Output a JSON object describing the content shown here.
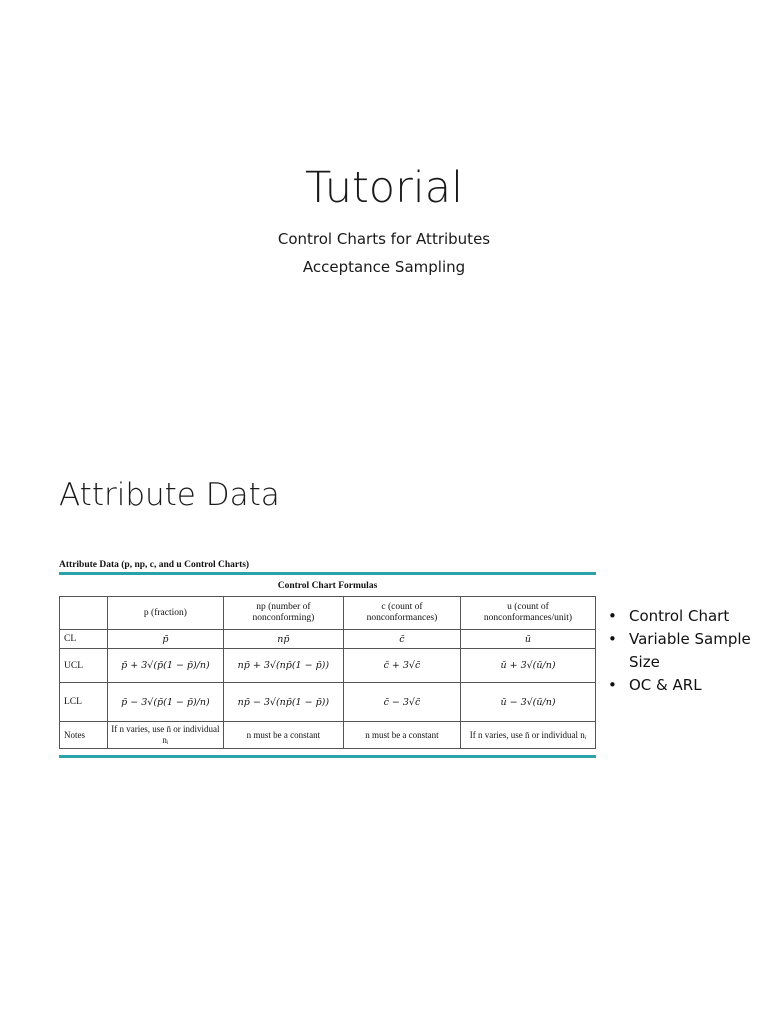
{
  "slide1": {
    "title": "Tutorial",
    "subtitle_lines": [
      "Control Charts for Attributes",
      "Acceptance Sampling"
    ]
  },
  "slide2": {
    "title": "Attribute Data",
    "table": {
      "caption": "Attribute Data (p, np, c, and u Control Charts)",
      "band": "Control Chart Formulas",
      "columns": [
        "",
        "p (fraction)",
        "np (number of nonconforming)",
        "c (count of nonconformances)",
        "u (count of nonconformances/unit)"
      ],
      "rows": [
        {
          "label": "CL",
          "cells": [
            "p̄",
            "np̄",
            "c̄",
            "ū"
          ]
        },
        {
          "label": "UCL",
          "cells": [
            "p̄ + 3√(p̄(1 − p̄)/n)",
            "np̄ + 3√(np̄(1 − p̄))",
            "c̄ + 3√c̄",
            "ū + 3√(ū/n)"
          ]
        },
        {
          "label": "LCL",
          "cells": [
            "p̄ − 3√(p̄(1 − p̄)/n)",
            "np̄ − 3√(np̄(1 − p̄))",
            "c̄ − 3√c̄",
            "ū − 3√(ū/n)"
          ]
        },
        {
          "label": "Notes",
          "cells": [
            "If n varies, use n̄ or individual nᵢ",
            "n must be a constant",
            "n must be a constant",
            "If n varies, use n̄ or individual nᵢ"
          ]
        }
      ]
    },
    "bullets": [
      "Control Chart",
      "Variable Sample Size",
      "OC & ARL"
    ]
  },
  "colors": {
    "rule": "#2aa3a8",
    "text": "#1a1a1a"
  }
}
